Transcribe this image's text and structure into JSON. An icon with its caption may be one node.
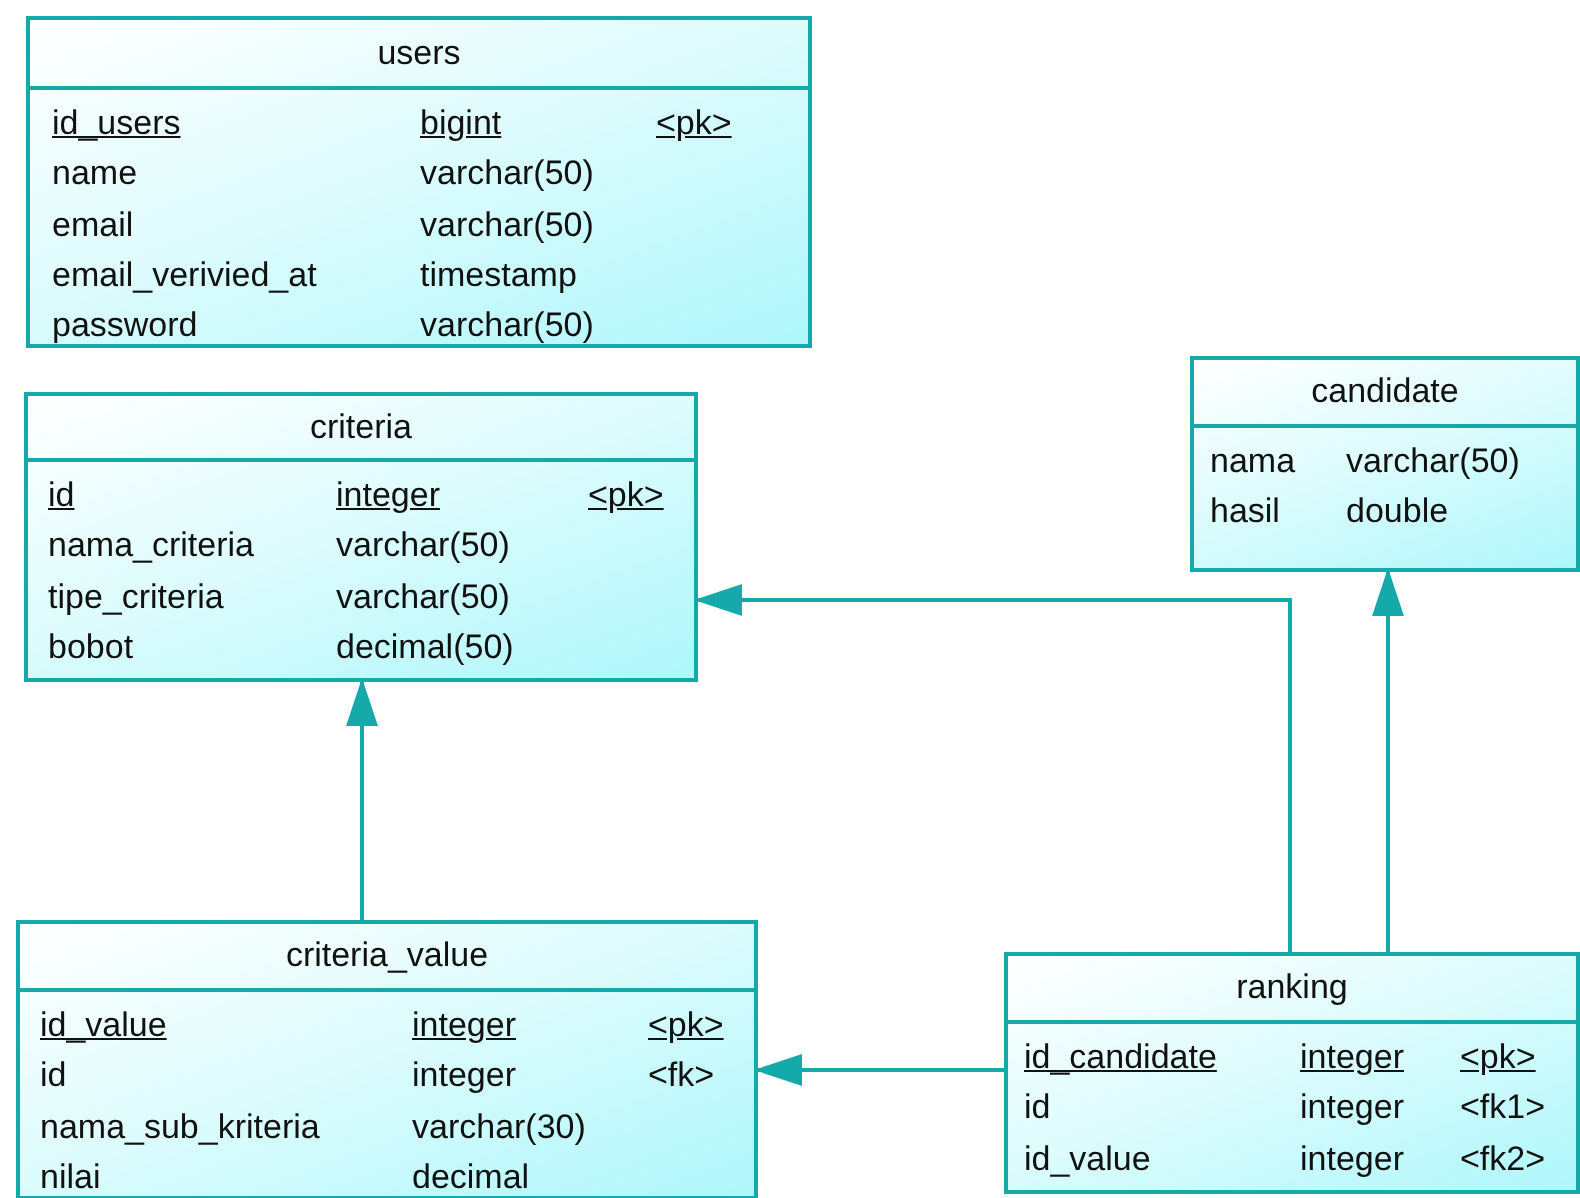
{
  "diagram": {
    "nodes": [
      {
        "text": [
          "users",
          "id_users",
          "bigint",
          "<pk>",
          "name",
          "varchar(50)",
          "email",
          "varchar(50)",
          "email_verivied_at",
          "timestamp",
          "password",
          "varchar(50)"
        ]
      },
      {
        "text": [
          "criteria",
          "id",
          "integer",
          "<pk>",
          "nama_criteria",
          "varchar(50)",
          "tipe_criteria",
          "varchar(50)",
          "bobot",
          "decimal(50)"
        ]
      },
      {
        "text": [
          "candidate",
          "nama",
          "varchar(50)",
          "hasil",
          "double"
        ]
      },
      {
        "text": [
          "criteria_value",
          "id_value",
          "integer",
          "<pk>",
          "id",
          "integer",
          "<fk>",
          "nama_sub_kriteria",
          "varchar(30)",
          "nilai",
          "decimal"
        ]
      },
      {
        "text": [
          "ranking",
          "id_candidate",
          "integer",
          "<pk>",
          "id",
          "integer",
          "<fk1>",
          "id_value",
          "integer",
          "<fk2>"
        ]
      }
    ],
    "edges": [
      {
        "from": 4,
        "to": 1,
        "arrow": "to"
      },
      {
        "from": 4,
        "to": 2,
        "arrow": "to"
      },
      {
        "from": 4,
        "to": 3,
        "arrow": "to"
      },
      {
        "from": 3,
        "to": 1,
        "arrow": "to"
      }
    ]
  }
}
